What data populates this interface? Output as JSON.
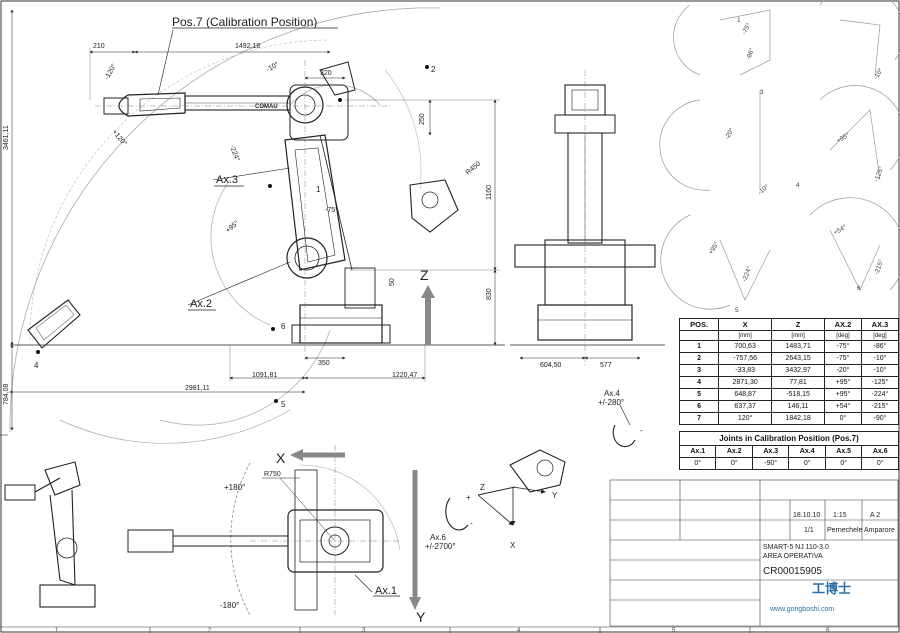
{
  "labels": {
    "pos7_title": "Pos.7 (Calibration Position)",
    "ax3": "Ax.3",
    "ax2": "Ax.2",
    "ax1": "Ax.1",
    "ax4": "Ax.4",
    "ax4_range": "+/-280°",
    "ax6": "Ax.6",
    "ax6_range": "+/-2700°",
    "z_arrow": "Z",
    "x_arrow": "X",
    "y_arrow": "Y",
    "tool_z": "Z",
    "tool_x": "X",
    "tool_y": "Y",
    "plus180": "+180°",
    "minus180": "-180°",
    "r750": "R750",
    "r450": "R450",
    "brand": "COMAU",
    "ax4_minus": "-",
    "ax6_plus": "+",
    "ax6_minus": "-"
  },
  "dims": {
    "d210": "210",
    "d1492": "1492,18",
    "d320": "320",
    "d250": "250",
    "d1160": "1160",
    "d830": "830",
    "d350": "350",
    "d1091": "1091,81",
    "d1220": "1220,47",
    "d2981": "2981,11",
    "d3461": "3461,11",
    "d784": "784,08",
    "d604": "604,50",
    "d577": "577",
    "d50": "50"
  },
  "angles": {
    "a_m120": "-120°",
    "a_p120": "+120°",
    "a_m10": "-10°",
    "a_224": "-224°",
    "a_75": "-75°",
    "a_95": "+95°"
  },
  "points": {
    "p1": "1",
    "p2": "2",
    "p3": "3",
    "p4": "4",
    "p5": "5",
    "p6": "6"
  },
  "mini": {
    "m1_label": "1",
    "m1_a": "-75°",
    "m1_b": "-86°",
    "m2_a": "-10°",
    "m3_label": "3",
    "m3_a": "-20°",
    "m3_b": "-10°",
    "m4_label": "4",
    "m4_a": "+95°",
    "m4_b": "-125°",
    "m5_label": "5",
    "m5_a": "+95°",
    "m5_b": "-224°",
    "m6_label": "6",
    "m6_a": "+54°",
    "m6_b": "-215°"
  },
  "pos_table": {
    "headers": [
      "POS.",
      "X",
      "Z",
      "AX.2",
      "AX.3"
    ],
    "units": [
      "",
      "[mm]",
      "[mm]",
      "[deg]",
      "[deg]"
    ],
    "rows": [
      [
        "1",
        "700,63",
        "1483,71",
        "-75°",
        "-86°"
      ],
      [
        "2",
        "-757,56",
        "2643,15",
        "-75°",
        "-10°"
      ],
      [
        "3",
        "-33,83",
        "3432,97",
        "-20°",
        "-10°"
      ],
      [
        "4",
        "2871,30",
        "77,81",
        "+95°",
        "-125°"
      ],
      [
        "5",
        "648,87",
        "-518,15",
        "+95°",
        "-224°"
      ],
      [
        "6",
        "637,37",
        "146,11",
        "+54°",
        "-215°"
      ],
      [
        "7",
        "120°",
        "1842,18",
        "0°",
        "-90°"
      ]
    ]
  },
  "calib_table": {
    "title": "Joints in Calibration Position (Pos.7)",
    "headers": [
      "Ax.1",
      "Ax.2",
      "Ax.3",
      "Ax.4",
      "Ax.5",
      "Ax.6"
    ],
    "values": [
      "0°",
      "0°",
      "-90°",
      "0°",
      "0°",
      "0°"
    ]
  },
  "title_block": {
    "date": "18.10.10",
    "scale": "1:15",
    "format": "A 2",
    "sheet": "1/1",
    "drawn": "Pernechele",
    "checked": "Amparore",
    "product": "SMART-5 NJ 110-3.0",
    "product_sub": "AREA OPERATIVA",
    "code": "CR00015905",
    "watermark": "工博士",
    "website": "www.gongboshi.com"
  },
  "border_numbers": [
    "1",
    "2",
    "3",
    "4",
    "5",
    "6"
  ]
}
